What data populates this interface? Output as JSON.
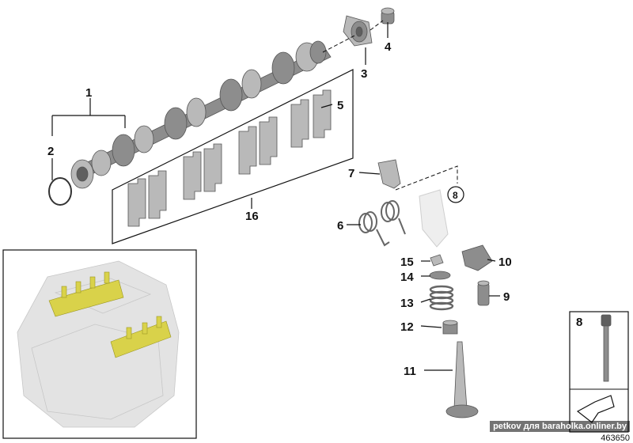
{
  "callouts": {
    "c1": "1",
    "c2": "2",
    "c3": "3",
    "c4": "4",
    "c5": "5",
    "c6": "6",
    "c7": "7",
    "c8_circle": "8",
    "c8_box": "8",
    "c9": "9",
    "c10": "10",
    "c11": "11",
    "c12": "12",
    "c13": "13",
    "c14": "14",
    "c15": "15",
    "c16": "16"
  },
  "diagram_id": "463650",
  "watermark": "petkov для baraholka.onliner.by",
  "colors": {
    "highlight": "#d9d24a",
    "part": "#8d8d8d",
    "engine": "#e3e3e3"
  }
}
